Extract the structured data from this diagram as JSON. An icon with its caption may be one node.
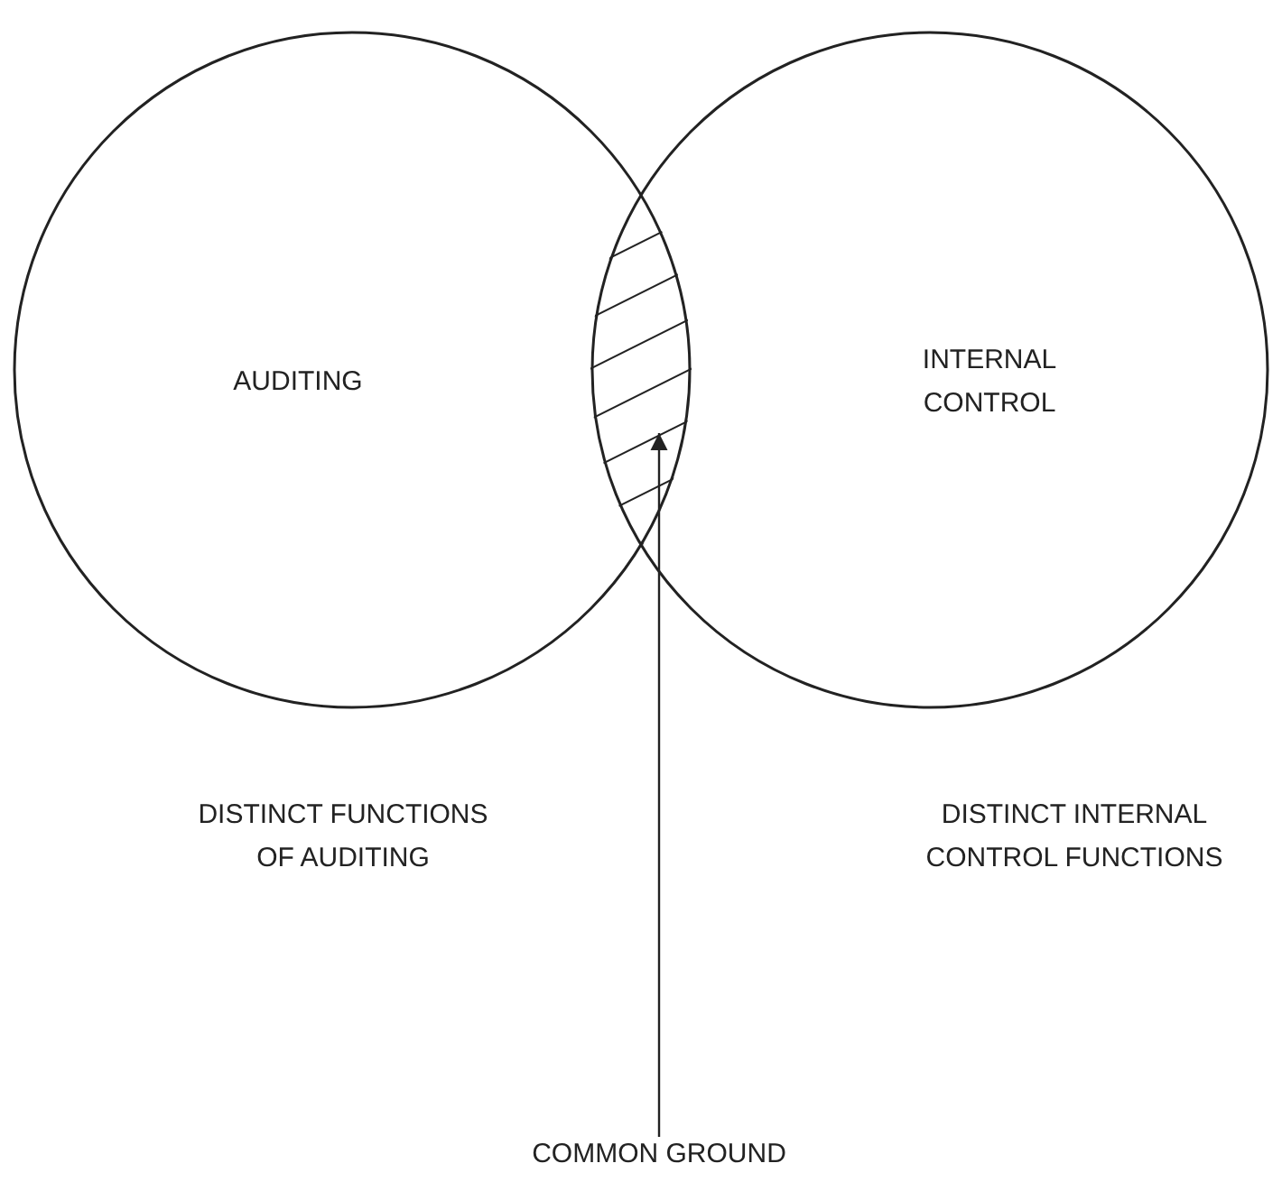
{
  "diagram": {
    "nodes": [
      {
        "text": [
          "AUDITING"
        ]
      },
      {
        "text": [
          "INTERNAL CONTROL"
        ]
      },
      {
        "text": [
          "COMMON GROUND"
        ]
      },
      {
        "text": [],
        "shape": "lens"
      }
    ],
    "edges": [
      {
        "from": 2,
        "to": 3,
        "arrow": "to"
      }
    ],
    "labels": [
      "DISTINCT FUNCTIONS OF AUDITING",
      "DISTINCT INTERNAL CONTROL FUNCTIONS"
    ]
  }
}
